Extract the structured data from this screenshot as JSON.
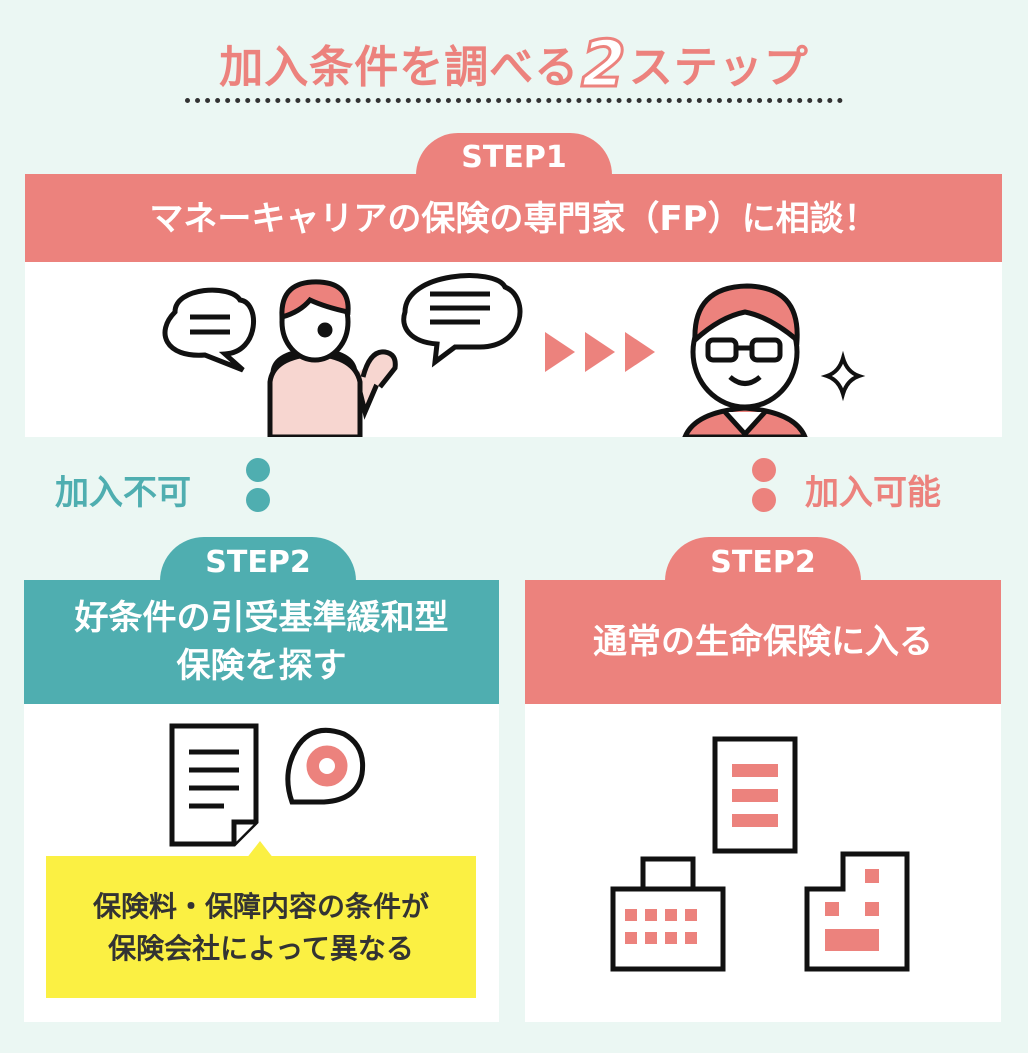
{
  "header": {
    "title_pre": "加入条件を調べる",
    "title_num": "2",
    "title_post": "ステップ"
  },
  "step1": {
    "tab": "STEP1",
    "headline": "マネーキャリアの保険の専門家（FP）に相談！"
  },
  "branches": {
    "left_label": "加入不可",
    "right_label": "加入可能"
  },
  "step2_left": {
    "tab": "STEP2",
    "line1": "好条件の引受基準緩和型",
    "line2": "保険を探す",
    "note_line1": "保険料・保障内容の条件が",
    "note_line2": "保険会社によって異なる"
  },
  "step2_right": {
    "tab": "STEP2",
    "headline": "通常の生命保険に入る"
  },
  "colors": {
    "pink": "#ec827d",
    "teal": "#4faeb0",
    "yellow": "#fbf043",
    "background": "#ebf7f3"
  }
}
